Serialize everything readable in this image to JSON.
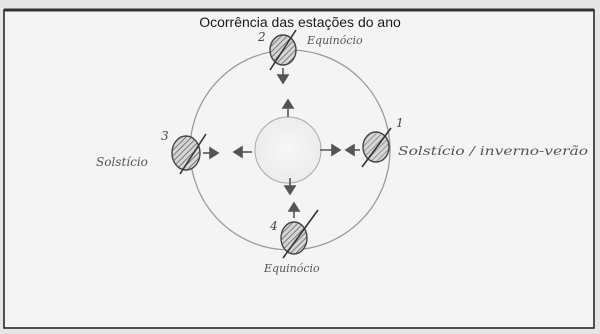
{
  "title": "Ocorrência das estações do ano",
  "positions": [
    {
      "number": "1",
      "label": "Solstício / inverno-verão"
    },
    {
      "number": "2",
      "label": "Equinócio"
    },
    {
      "number": "3",
      "label": "Solstício"
    },
    {
      "number": "4",
      "label": "Equinócio"
    }
  ],
  "colors": {
    "paper": "#f4f4f4",
    "frame": "#2a2a2a",
    "orbit": "#9a9a9a",
    "planet_fill": "#d7d7d7",
    "hatch": "#444444",
    "ink": "#4a4a4a"
  }
}
